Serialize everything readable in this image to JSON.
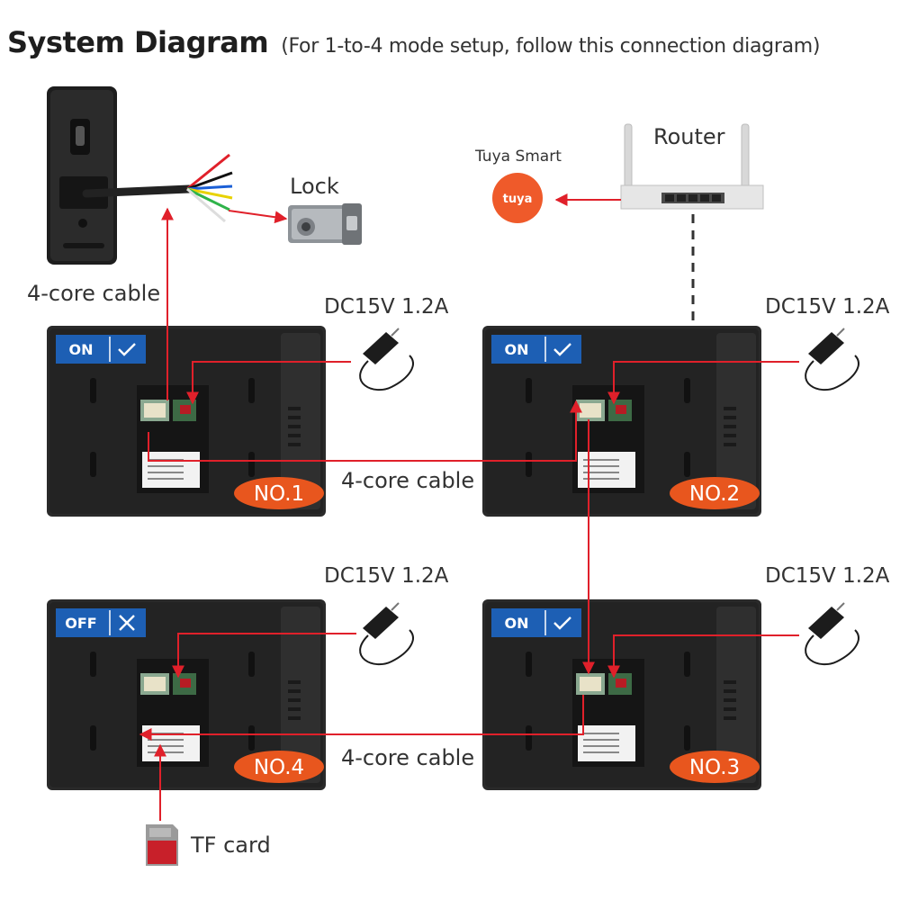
{
  "title": {
    "main": "System Diagram",
    "sub": "(For 1-to-4 mode setup, follow this connection diagram)"
  },
  "labels": {
    "lock": "Lock",
    "router": "Router",
    "tuya_smart": "Tuya Smart",
    "tuya_logo": "tuya",
    "cable_left": "4-core cable",
    "cable_mid_top": "4-core cable",
    "cable_mid_bottom": "4-core cable",
    "tf_card": "TF card"
  },
  "monitors": [
    {
      "number": "NO.1",
      "switch": "ON",
      "switch_state": "check",
      "power": "DC15V 1.2A"
    },
    {
      "number": "NO.2",
      "switch": "ON",
      "switch_state": "check",
      "power": "DC15V 1.2A"
    },
    {
      "number": "NO.3",
      "switch": "ON",
      "switch_state": "check",
      "power": "DC15V 1.2A"
    },
    {
      "number": "NO.4",
      "switch": "OFF",
      "switch_state": "cross",
      "power": "DC15V 1.2A"
    }
  ],
  "colors": {
    "wire": "#e0202a",
    "badge": "#e8561e",
    "switch": "#1d5fb4",
    "tuya": "#ef5a2a",
    "monitor": "#232323"
  }
}
